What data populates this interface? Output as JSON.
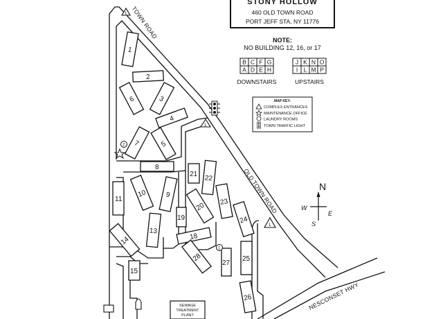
{
  "header": {
    "title": "STONY HOLLOW",
    "address": "460 OLD TOWN ROAD",
    "city": "PORT JEFF STA, NY 11776"
  },
  "note": {
    "title": "NOTE:",
    "text": "NO BUILDING 12, 16, or 17"
  },
  "downstairs": {
    "label": "DOWNSTAIRS",
    "row1": [
      "B",
      "C",
      "F",
      "G"
    ],
    "row2": [
      "A",
      "D",
      "E",
      "H"
    ]
  },
  "upstairs": {
    "label": "UPSTAIRS",
    "row1": [
      "J",
      "K",
      "N",
      "O"
    ],
    "row2": [
      "I",
      "L",
      "M",
      "P"
    ]
  },
  "map_key": {
    "title": "MAP KEY:",
    "items": [
      {
        "icon": "triangle-icon",
        "label": "COMPLEX ENTRANCES"
      },
      {
        "icon": "star-icon",
        "label": "MAINTENANCE OFFICE"
      },
      {
        "icon": "circle-icon",
        "label": "LAUNDRY ROOMS"
      },
      {
        "icon": "traffic-light-icon",
        "label": "TOWN TRAFFIC LIGHT"
      }
    ]
  },
  "compass": {
    "n": "N",
    "e": "E",
    "s": "S",
    "w": "W"
  },
  "roads": {
    "town_road": "TOWN ROAD",
    "old_town_road": "OLD TOWN ROAD",
    "nesconset": "NESCONSET HWY"
  },
  "sewage": {
    "line1": "SEWAGE",
    "line2": "TREATMENT",
    "line3": "PLANT"
  },
  "markers": {
    "laundry_1": "1",
    "laundry_2": "2",
    "entrance": "1"
  },
  "buildings": [
    "1",
    "2",
    "3",
    "4",
    "5",
    "6",
    "7",
    "8",
    "9",
    "10",
    "11",
    "13",
    "14",
    "15",
    "18",
    "19",
    "20",
    "21",
    "22",
    "23",
    "24",
    "25",
    "26",
    "27",
    "28"
  ]
}
